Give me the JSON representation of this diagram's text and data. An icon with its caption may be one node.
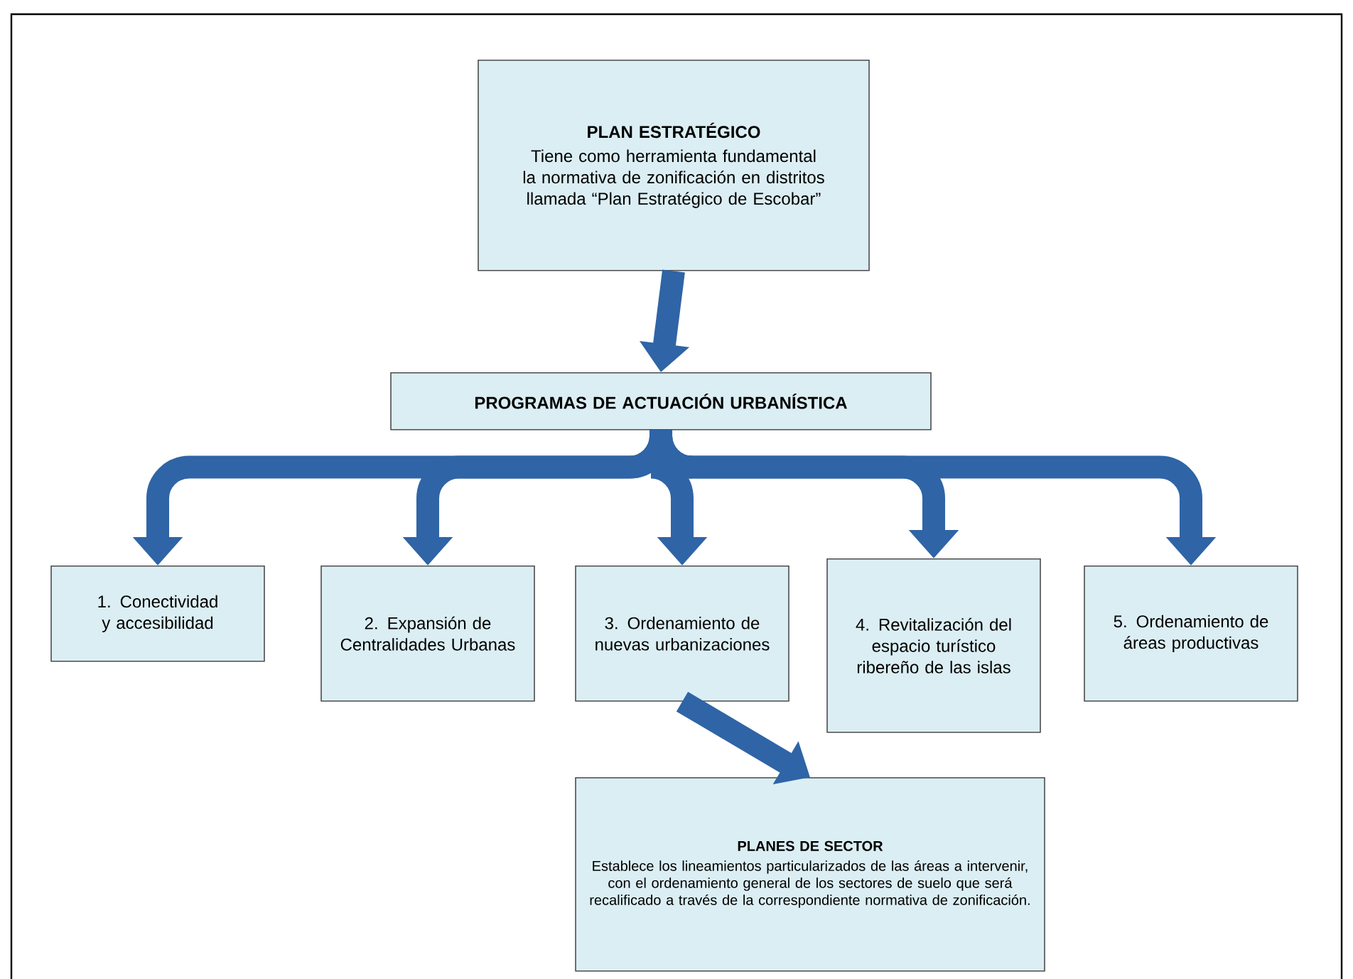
{
  "diagram": {
    "nodes": [
      {
        "text": [
          "PLAN ESTRATÉGICO",
          "Tiene como herramienta fundamental la normativa de zonificación en distritos llamada “Plan Estratégico de Escobar”"
        ]
      },
      {
        "text": [
          "PROGRAMAS DE ACTUACIÓN URBANÍSTICA"
        ]
      },
      {
        "text": [
          "1. Conectividad y accesibilidad"
        ]
      },
      {
        "text": [
          "2. Expansión de Centralidades Urbanas"
        ]
      },
      {
        "text": [
          "3. Ordenamiento de nuevas urbanizaciones"
        ]
      },
      {
        "text": [
          "4. Revitalización del espacio turístico ribereño de las islas"
        ]
      },
      {
        "text": [
          "5. Ordenamiento de áreas productivas"
        ]
      },
      {
        "text": [
          "PLANES DE SECTOR",
          "Establece los lineamientos particularizados de las áreas a intervenir, con el ordenamiento general de los sectores de suelo que será recalificado a través de la correspondiente normativa de zonificación."
        ]
      }
    ],
    "edges": [
      {
        "from": 0,
        "to": 1,
        "arrow": "to"
      },
      {
        "from": 1,
        "to": 2,
        "arrow": "to"
      },
      {
        "from": 1,
        "to": 3,
        "arrow": "to"
      },
      {
        "from": 1,
        "to": 4,
        "arrow": "to"
      },
      {
        "from": 1,
        "to": 5,
        "arrow": "to"
      },
      {
        "from": 1,
        "to": 6,
        "arrow": "to"
      },
      {
        "from": 4,
        "to": 7,
        "arrow": "to"
      }
    ]
  }
}
